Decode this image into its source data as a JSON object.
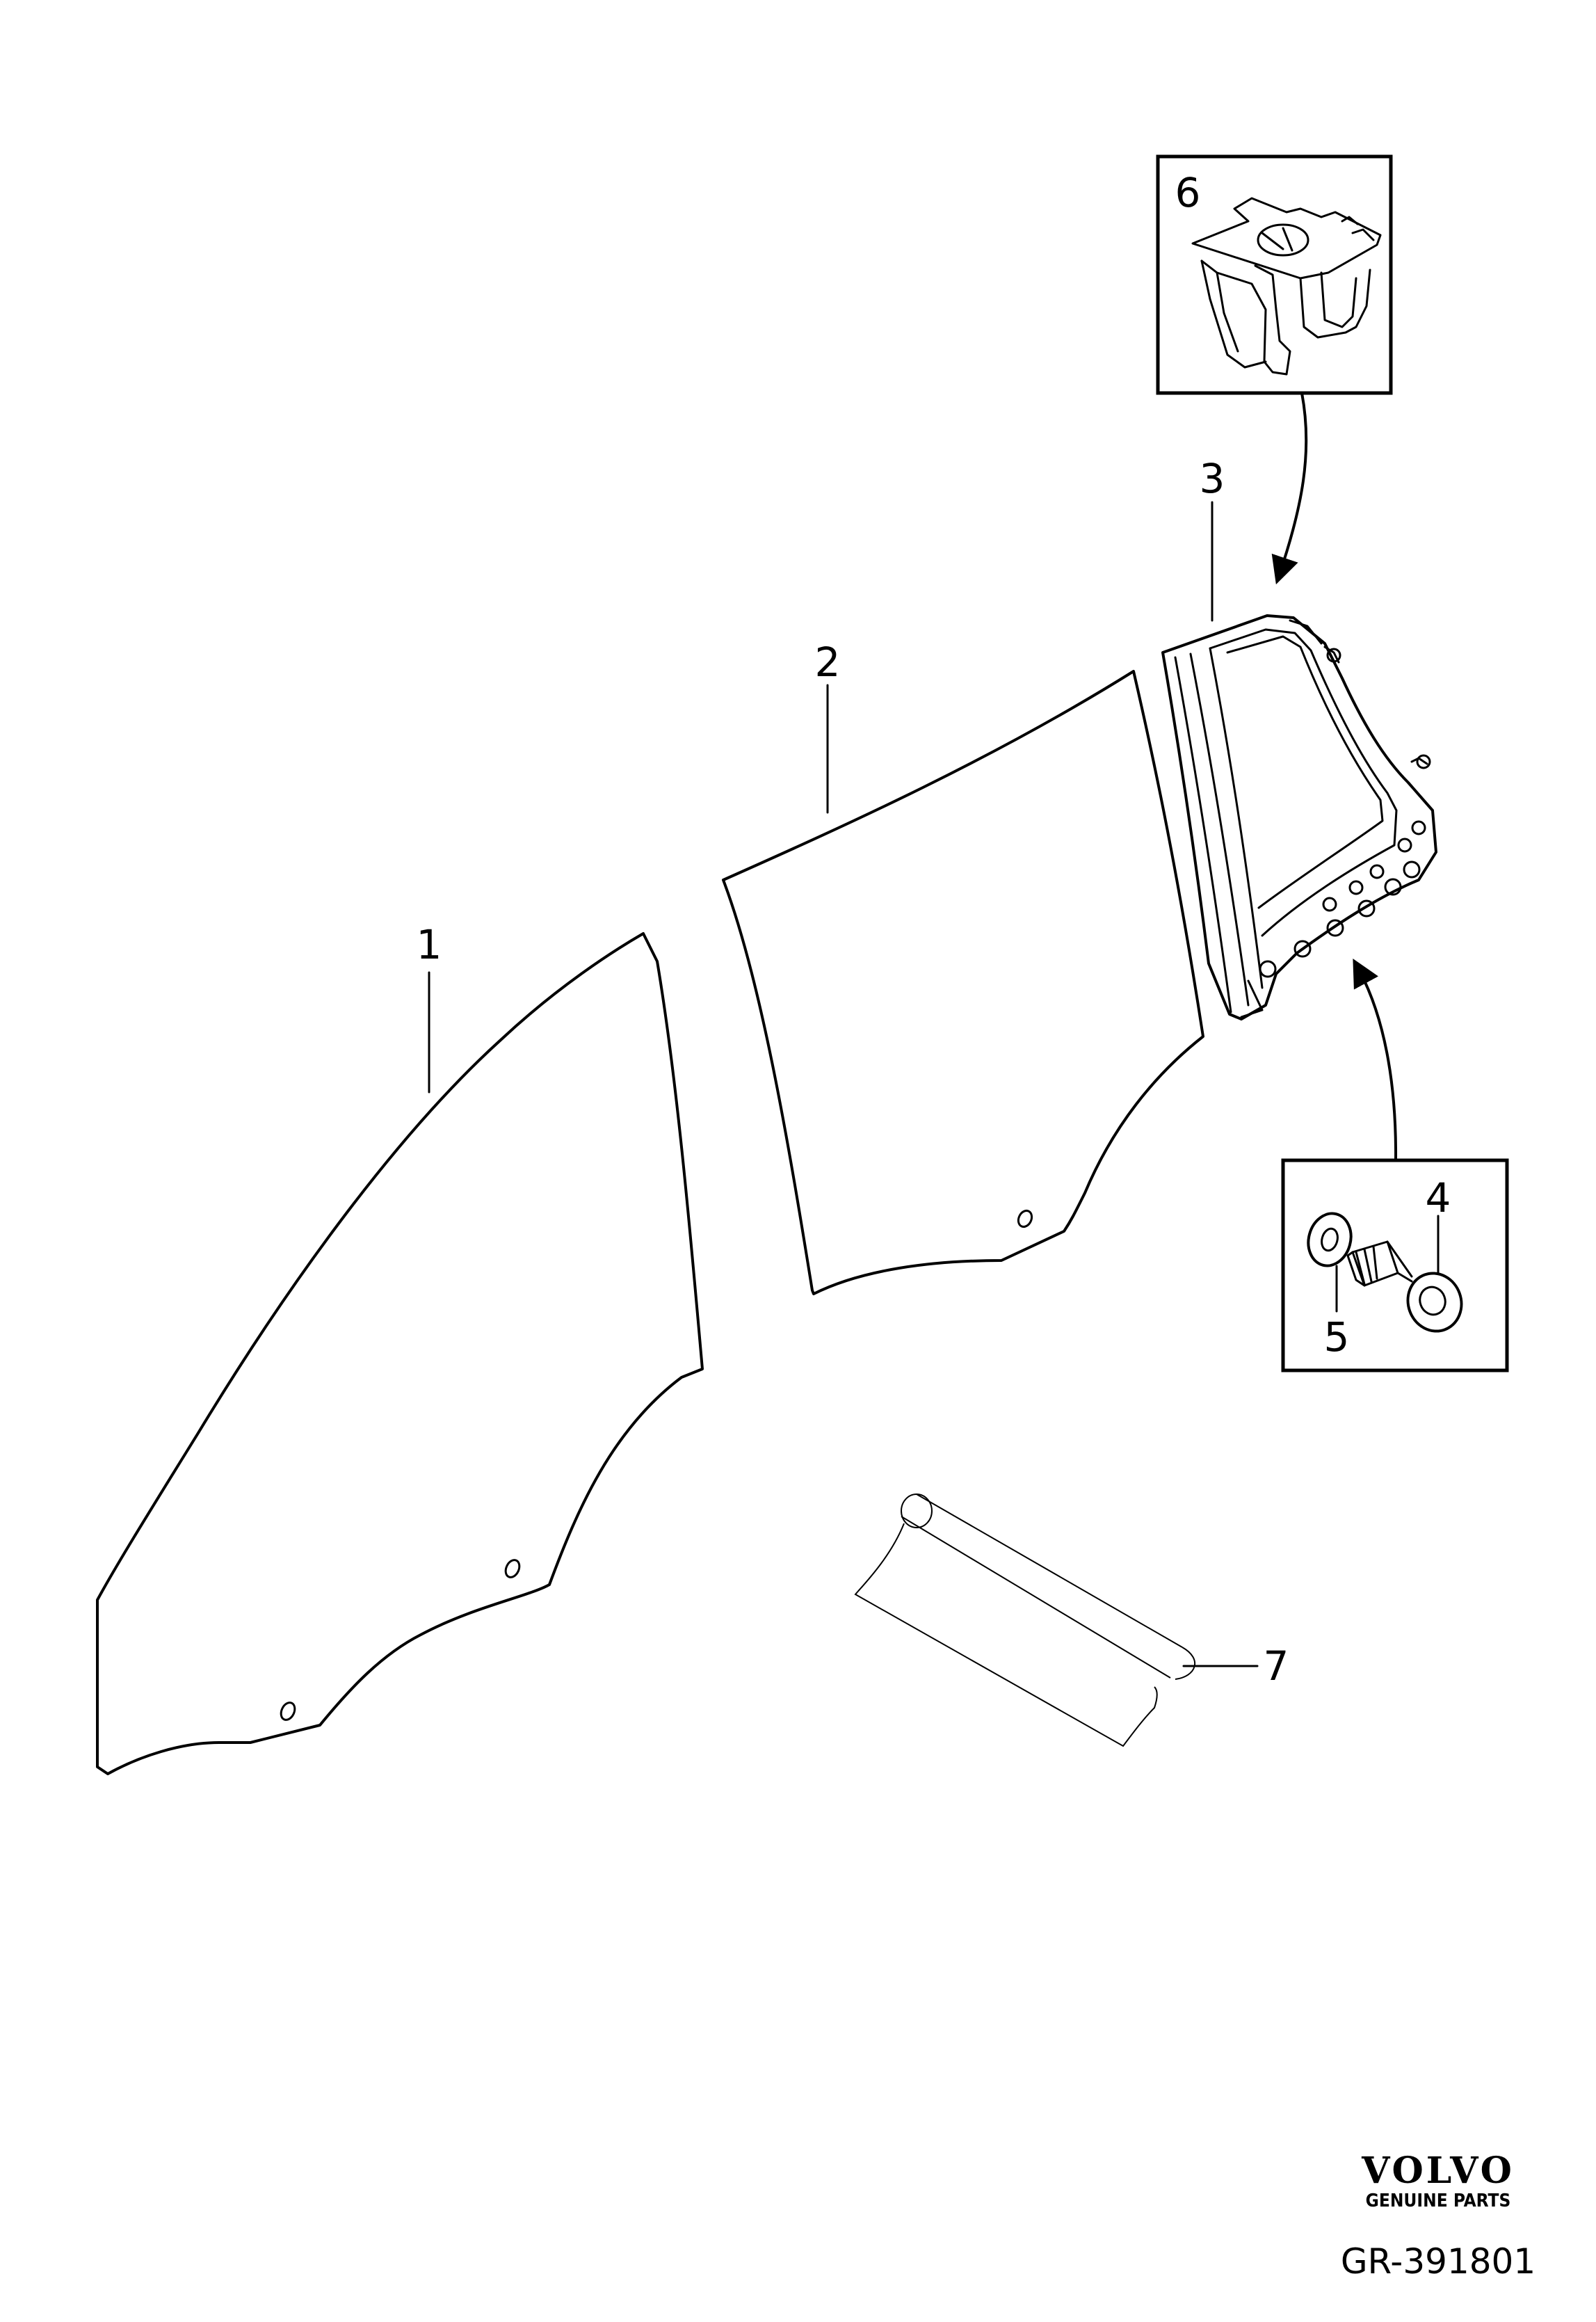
{
  "callouts": {
    "c1": "1",
    "c2": "2",
    "c3": "3",
    "c4": "4",
    "c5": "5",
    "c6": "6",
    "c7": "7"
  },
  "footer": {
    "brand": "VOLVO",
    "brand_sub": "GENUINE PARTS",
    "reference": "GR-391801"
  }
}
